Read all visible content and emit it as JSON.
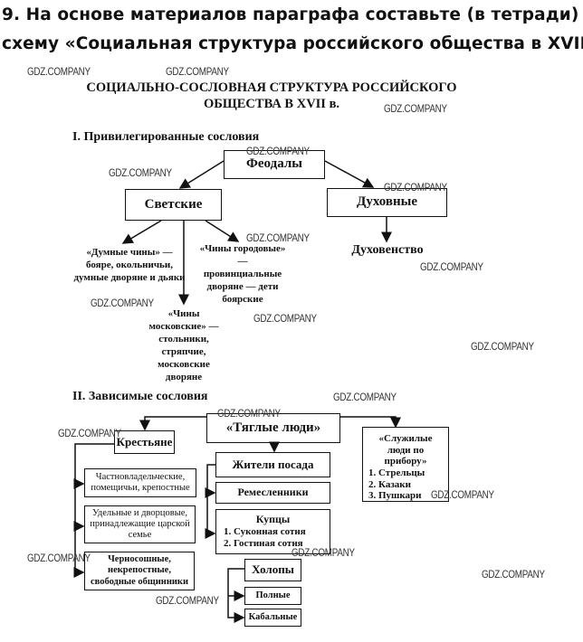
{
  "task": {
    "line1": "9. На основе материалов параграфа составьте (в тетради)",
    "line2": "схему «Социальная структура российского общества в XVII в."
  },
  "title": {
    "line1": "СОЦИАЛЬНО-СОСЛОВНАЯ СТРУКТУРА РОССИЙСКОГО",
    "line2": "ОБЩЕСТВА В XVII в."
  },
  "section1": {
    "heading": "I. Привилегированные сословия",
    "root": "Феодалы",
    "secular": "Светские",
    "clergy": "Духовные",
    "clergy_child": "Духовенство",
    "duma": "«Думные чины» — бояре, окольничьи, думные дворяне и дьяки",
    "moscow": "«Чины московские» — стольники, стряпчие, московские дворяне",
    "city": "«Чины городовые» — провинциальные дворяне — дети боярские"
  },
  "section2": {
    "heading": "II. Зависимые сословия",
    "tax": "«Тяглые люди»",
    "peasants": "Крестьяне",
    "peasant_types": [
      "Частновладельческие, помещичьи, крепостные",
      "Удельные и дворцовые, принадлежащие царской семье",
      "Черносошные, некрепостные, свободные общинники"
    ],
    "posad": "Жители посада",
    "artisans": "Ремесленники",
    "merchants": {
      "title": "Купцы",
      "items": [
        "1. Суконная сотня",
        "2. Гостиная сотня"
      ]
    },
    "serfs": "Холопы",
    "serf_types": [
      "Полные",
      "Кабальные"
    ],
    "service": {
      "title": "«Служилые люди по прибору»",
      "items": [
        "1. Стрельцы",
        "2. Казаки",
        "3. Пушкари"
      ]
    }
  },
  "watermark": "GDZ.COMPANY"
}
